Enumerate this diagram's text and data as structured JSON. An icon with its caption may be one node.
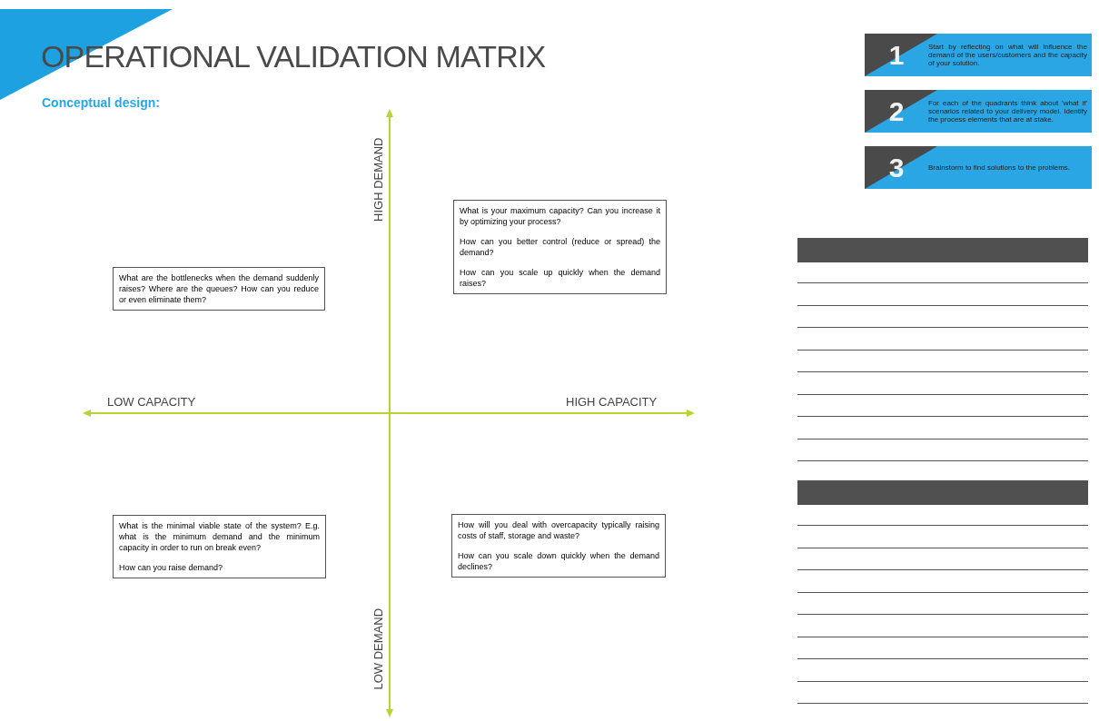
{
  "diagram": {
    "title": "OPERATIONAL VALIDATION MATRIX",
    "nodes": [
      {
        "text": [
          "What are the bottlenecks when the demand suddenly raises? Where are the queues? How can you reduce or even eliminate them?"
        ]
      },
      {
        "text": [
          "What is your maximum capacity? Can you increase it by optimizing your process?",
          "How can you better control (reduce or spread) the demand?",
          "How can you scale up quickly when the demand raises?"
        ]
      },
      {
        "text": [
          "What is the minimal viable state of the system? E.g. what is the minimum demand and the minimum capacity in order to run on break even?",
          "How can you raise demand?"
        ]
      },
      {
        "text": [
          "How will you deal with overcapacity typically raising costs of staff, storage and waste?",
          "How can you scale down quickly when the demand declines?"
        ]
      },
      {
        "text": [
          "1",
          "Start by reflecting on what will influence the demand of the users/customers and the capacity of your solution."
        ]
      },
      {
        "text": [
          "2",
          "For each of the quadrants think about 'what if' scenarios related to your delivery model. Identify the process elements that are at stake."
        ]
      },
      {
        "text": [
          "3",
          "Brainstorm to find solutions to the problems."
        ]
      }
    ],
    "edges": [],
    "labels": [
      "Conceptual design:",
      "HIGH DEMAND",
      "LOW CAPACITY",
      "HIGH CAPACITY",
      "LOW DEMAND"
    ]
  }
}
